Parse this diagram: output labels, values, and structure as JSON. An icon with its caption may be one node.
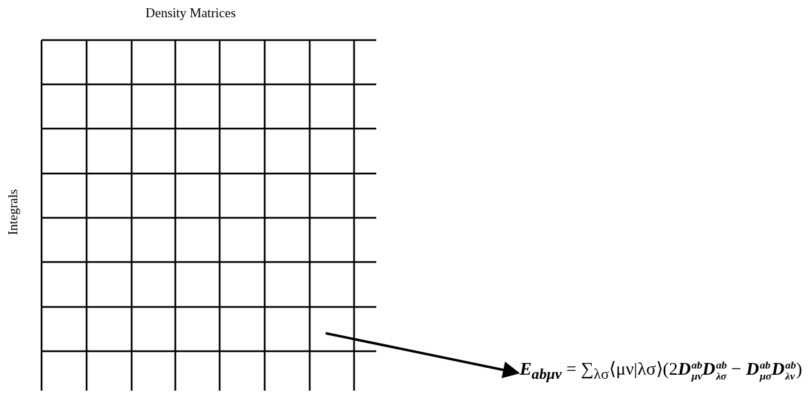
{
  "diagram": {
    "nodes": [
      {
        "text": [],
        "shape": "box"
      },
      {
        "text": [
          "**E**$_{abμν}$ = ∑$_{λσ}$⟨μν|λσ⟩(2**D**$^{ab}$$_{μν}$**D**$^{ab}$$_{λσ}$ − **D**$^{ab}$$_{μσ}$**D**$^{ab}$$_{λν}$)"
        ]
      }
    ],
    "edges": [
      {
        "from": 0,
        "to": 1,
        "arrow": "to"
      }
    ],
    "labels": [
      "Density Matrices",
      "Integrals"
    ]
  }
}
